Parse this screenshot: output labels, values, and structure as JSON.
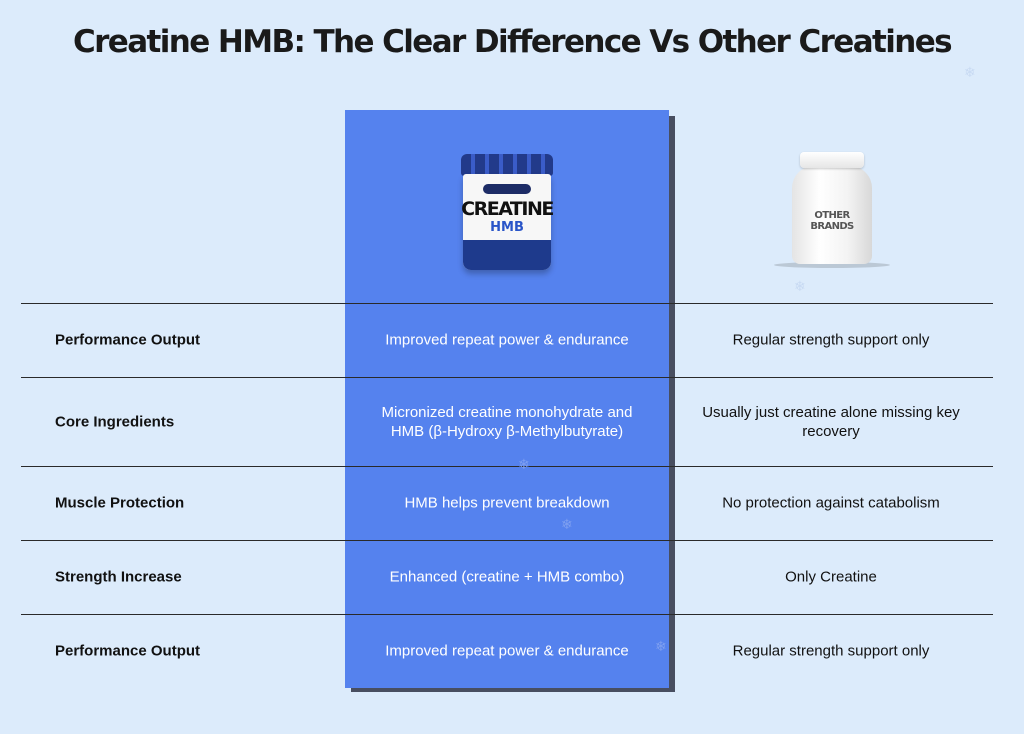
{
  "title": "Creatine HMB: The Clear Difference Vs Other Creatines",
  "products": {
    "featured": {
      "name": "CREATINE",
      "sub": "HMB",
      "color": "#5582ee"
    },
    "other": {
      "label": "OTHER BRANDS"
    }
  },
  "rows": [
    {
      "label": "Performance Output",
      "featured": "Improved repeat power & endurance",
      "other": "Regular strength support only"
    },
    {
      "label": "Core Ingredients",
      "featured": "Micronized creatine monohydrate and HMB (β-Hydroxy β-Methylbutyrate)",
      "other": "Usually just creatine alone missing key recovery"
    },
    {
      "label": "Muscle Protection",
      "featured": "HMB helps prevent breakdown",
      "other": "No protection against catabolism"
    },
    {
      "label": "Strength Increase",
      "featured": "Enhanced (creatine + HMB combo)",
      "other": "Only Creatine"
    },
    {
      "label": "Performance Output",
      "featured": "Improved repeat power & endurance",
      "other": "Regular strength support only"
    }
  ],
  "colors": {
    "background": "#dcebfb",
    "highlight": "#5582ee"
  },
  "icons": [
    "snowflake-icon"
  ]
}
